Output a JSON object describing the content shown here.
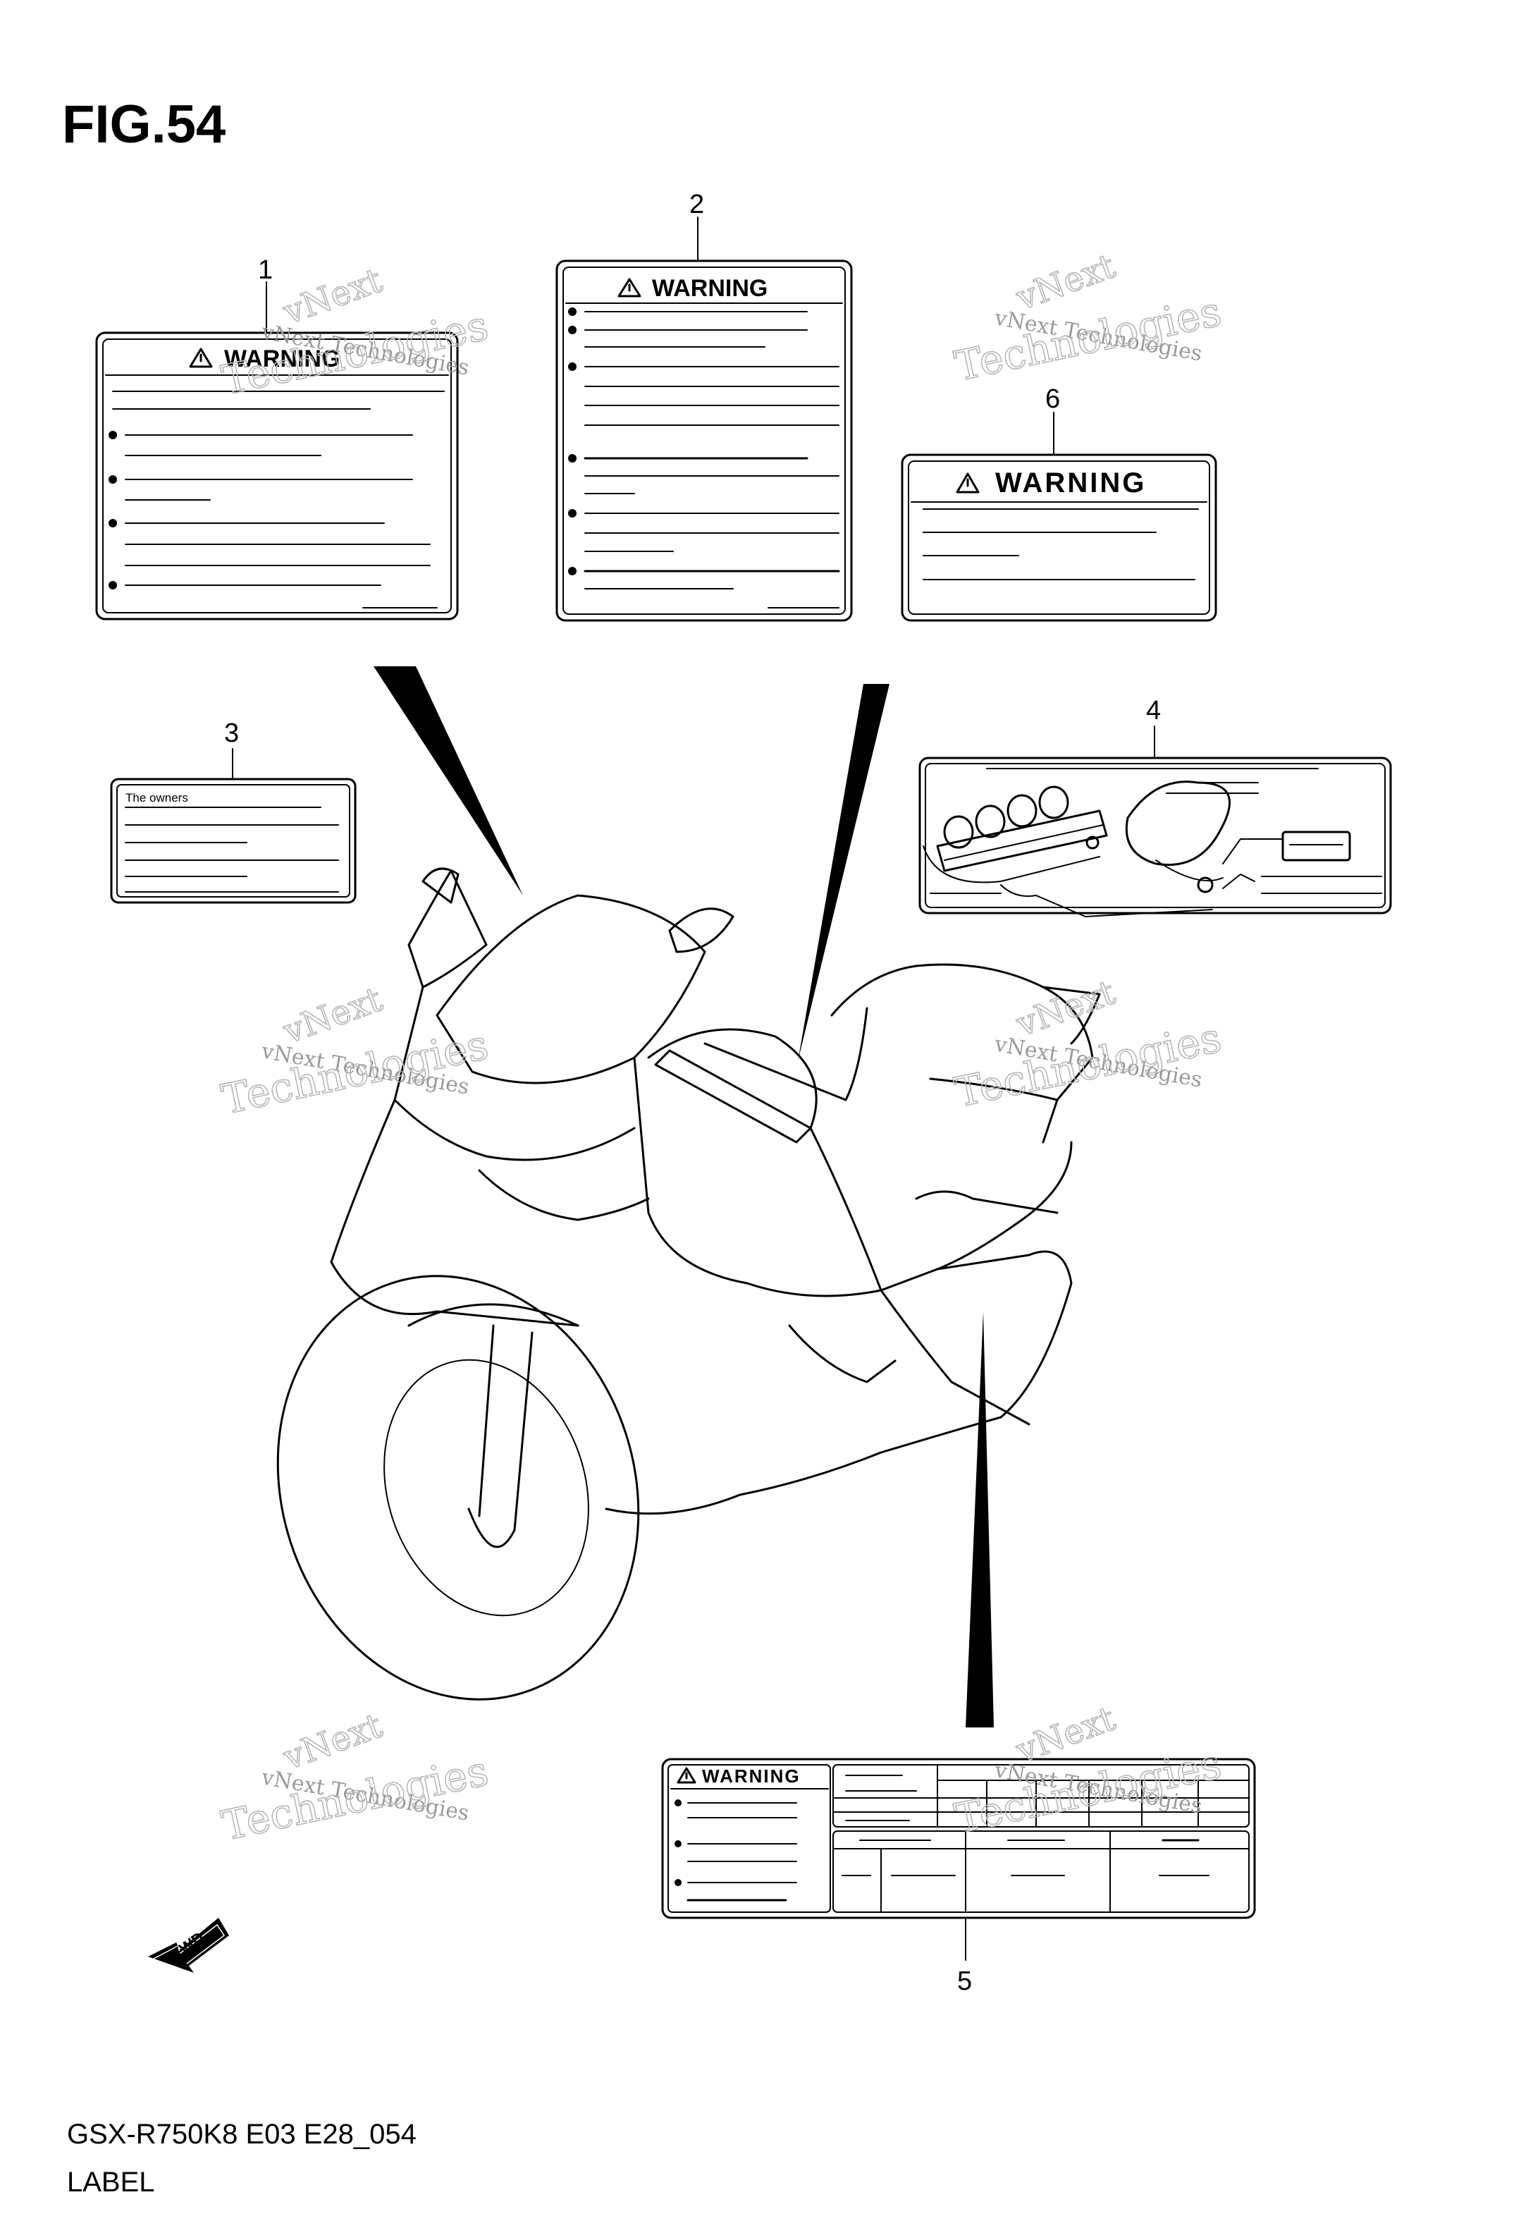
{
  "figure_title": "FIG.54",
  "model_code": "GSX-R750K8 E03 E28_054",
  "section_label": "LABEL",
  "callouts": {
    "c1": "1",
    "c2": "2",
    "c3": "3",
    "c4": "4",
    "c5": "5",
    "c6": "6"
  },
  "labels": {
    "warning_text": "WARNING",
    "owners_text": "The owners",
    "direction_text": "FWD"
  },
  "watermark": {
    "line1": "vNext",
    "line2": "vNext Technologies",
    "line3": "Technologies"
  }
}
